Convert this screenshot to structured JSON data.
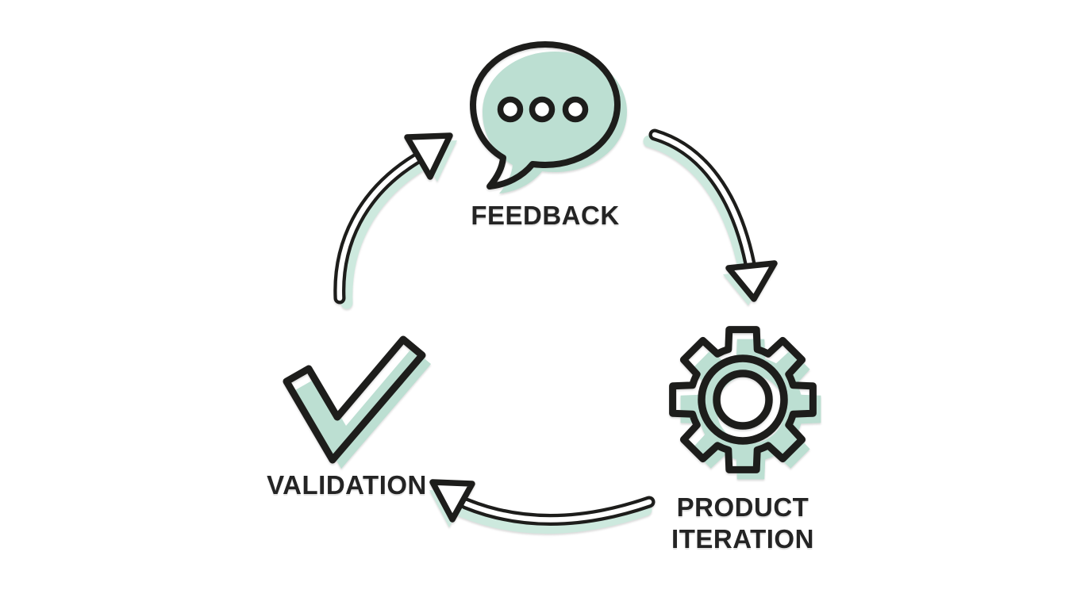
{
  "diagram": {
    "title": "feedback-product-iteration-validation-cycle",
    "background": "#ffffff",
    "colors": {
      "mint": "#bcdfd2",
      "mint_light": "#cde9de",
      "outline": "#1d1d1b",
      "text": "#242424"
    },
    "nodes": [
      {
        "id": "feedback",
        "icon": "speech-bubble-icon",
        "label": "FEEDBACK"
      },
      {
        "id": "product-iteration",
        "icon": "gear-icon",
        "label_line1": "PRODUCT",
        "label_line2": "ITERATION"
      },
      {
        "id": "validation",
        "icon": "checkmark-icon",
        "label": "VALIDATION"
      }
    ],
    "arrows": [
      {
        "from": "feedback",
        "to": "product-iteration",
        "shape": "curved",
        "direction": "clockwise"
      },
      {
        "from": "product-iteration",
        "to": "validation",
        "shape": "curved",
        "direction": "clockwise"
      },
      {
        "from": "validation",
        "to": "feedback",
        "shape": "curved",
        "direction": "clockwise"
      }
    ]
  }
}
